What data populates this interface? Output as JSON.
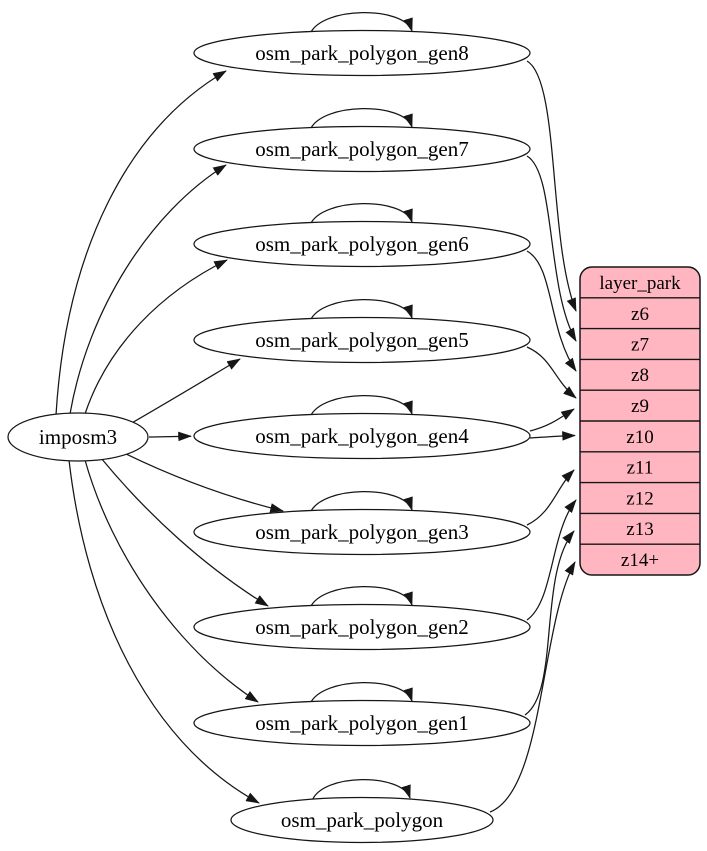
{
  "nodes": {
    "imposm3": {
      "label": "imposm3"
    },
    "gen8": {
      "label": "osm_park_polygon_gen8"
    },
    "gen7": {
      "label": "osm_park_polygon_gen7"
    },
    "gen6": {
      "label": "osm_park_polygon_gen6"
    },
    "gen5": {
      "label": "osm_park_polygon_gen5"
    },
    "gen4": {
      "label": "osm_park_polygon_gen4"
    },
    "gen3": {
      "label": "osm_park_polygon_gen3"
    },
    "gen2": {
      "label": "osm_park_polygon_gen2"
    },
    "gen1": {
      "label": "osm_park_polygon_gen1"
    },
    "polygon": {
      "label": "osm_park_polygon"
    }
  },
  "table": {
    "title": "layer_park",
    "rows": [
      "z6",
      "z7",
      "z8",
      "z9",
      "z10",
      "z11",
      "z12",
      "z13",
      "z14+"
    ],
    "fill_color": "#FFB6C1",
    "border_color": "#161616"
  },
  "edges": {
    "from_source": [
      {
        "from": "imposm3",
        "to": "osm_park_polygon_gen8"
      },
      {
        "from": "imposm3",
        "to": "osm_park_polygon_gen7"
      },
      {
        "from": "imposm3",
        "to": "osm_park_polygon_gen6"
      },
      {
        "from": "imposm3",
        "to": "osm_park_polygon_gen5"
      },
      {
        "from": "imposm3",
        "to": "osm_park_polygon_gen4"
      },
      {
        "from": "imposm3",
        "to": "osm_park_polygon_gen3"
      },
      {
        "from": "imposm3",
        "to": "osm_park_polygon_gen2"
      },
      {
        "from": "imposm3",
        "to": "osm_park_polygon_gen1"
      },
      {
        "from": "imposm3",
        "to": "osm_park_polygon"
      }
    ],
    "self_updates": [
      "osm_park_polygon_gen8",
      "osm_park_polygon_gen7",
      "osm_park_polygon_gen6",
      "osm_park_polygon_gen5",
      "osm_park_polygon_gen4",
      "osm_park_polygon_gen3",
      "osm_park_polygon_gen2",
      "osm_park_polygon_gen1",
      "osm_park_polygon"
    ],
    "to_layer": [
      {
        "from": "osm_park_polygon_gen8",
        "to": "z6"
      },
      {
        "from": "osm_park_polygon_gen7",
        "to": "z7"
      },
      {
        "from": "osm_park_polygon_gen6",
        "to": "z8"
      },
      {
        "from": "osm_park_polygon_gen5",
        "to": "z9"
      },
      {
        "from": "osm_park_polygon_gen4",
        "to": "z9"
      },
      {
        "from": "osm_park_polygon_gen4",
        "to": "z10"
      },
      {
        "from": "osm_park_polygon_gen3",
        "to": "z11"
      },
      {
        "from": "osm_park_polygon_gen2",
        "to": "z12"
      },
      {
        "from": "osm_park_polygon_gen1",
        "to": "z13"
      },
      {
        "from": "osm_park_polygon",
        "to": "z14+"
      }
    ]
  }
}
